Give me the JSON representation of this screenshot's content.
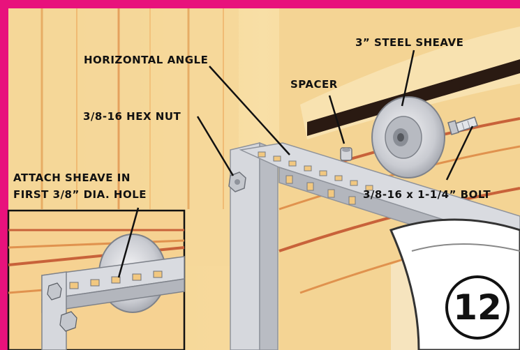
{
  "labels": {
    "horizontal_angle": "HORIZONTAL ANGLE",
    "steel_sheave": "3” STEEL SHEAVE",
    "spacer": "SPACER",
    "hex_nut": "3/8-16 HEX NUT",
    "attach_line1": "ATTACH SHEAVE IN",
    "attach_line2": "FIRST 3/8” DIA. HOLE",
    "bolt": "3/8-16 x 1-1/4” BOLT"
  },
  "step_number": "12",
  "colors": {
    "border": "#e8127c",
    "wood_light": "#f8dfa6",
    "wood_mid": "#f0c676",
    "wood_dark": "#c8623a",
    "steel": "#c9cbd1",
    "panel": "#ffffff"
  }
}
